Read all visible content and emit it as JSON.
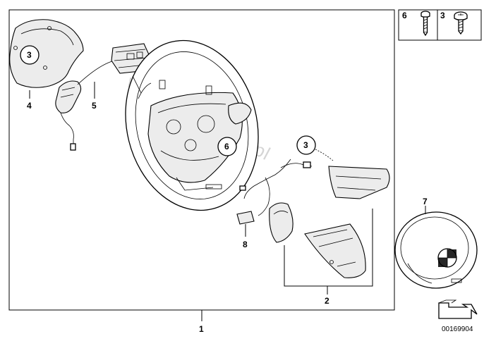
{
  "diagram": {
    "callouts": {
      "c1": "1",
      "c2": "2",
      "c3_ring_top": "3",
      "c3_ring_left": "3",
      "c4": "4",
      "c5": "5",
      "c6_ring": "6",
      "c7": "7",
      "c8": "8"
    },
    "fastener_panel": {
      "left_label": "6",
      "right_label": "3"
    },
    "watermark": "www.BMWstore.pl",
    "catalog_number": "00169904"
  }
}
